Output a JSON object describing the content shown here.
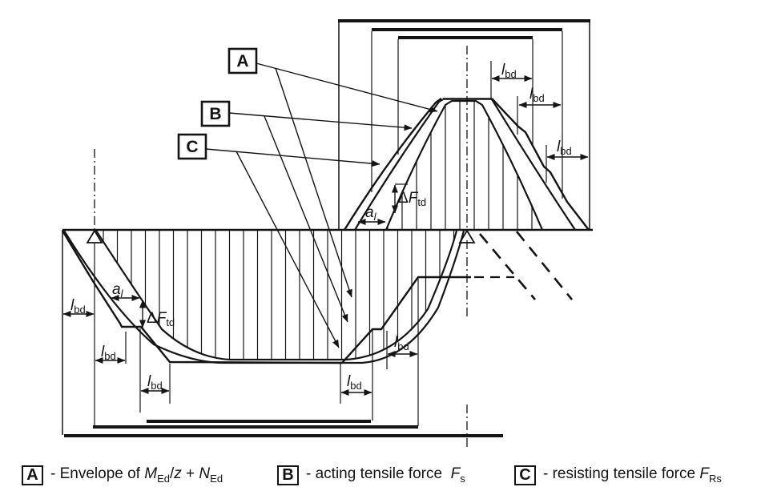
{
  "colors": {
    "ink": "#141414",
    "background": "#ffffff"
  },
  "callouts": {
    "a": "A",
    "b": "B",
    "c": "C"
  },
  "symbols": {
    "lbd": {
      "main": "l",
      "sub": "bd"
    },
    "al": {
      "main": "a",
      "sub": "l"
    },
    "dftd": {
      "delta": "Δ",
      "main": "F",
      "sub": "td"
    }
  },
  "legend": {
    "a": {
      "p0": "- Envelope of ",
      "p1": "M",
      "p2": "Ed",
      "p3": "/",
      "p4": "z",
      "p5": " + ",
      "p6": "N",
      "p7": "Ed"
    },
    "b": {
      "p0": "- acting tensile force  ",
      "p1": "F",
      "p2": "s"
    },
    "c": {
      "p0": "- resisting tensile force ",
      "p1": "F",
      "p2": "Rs"
    }
  }
}
